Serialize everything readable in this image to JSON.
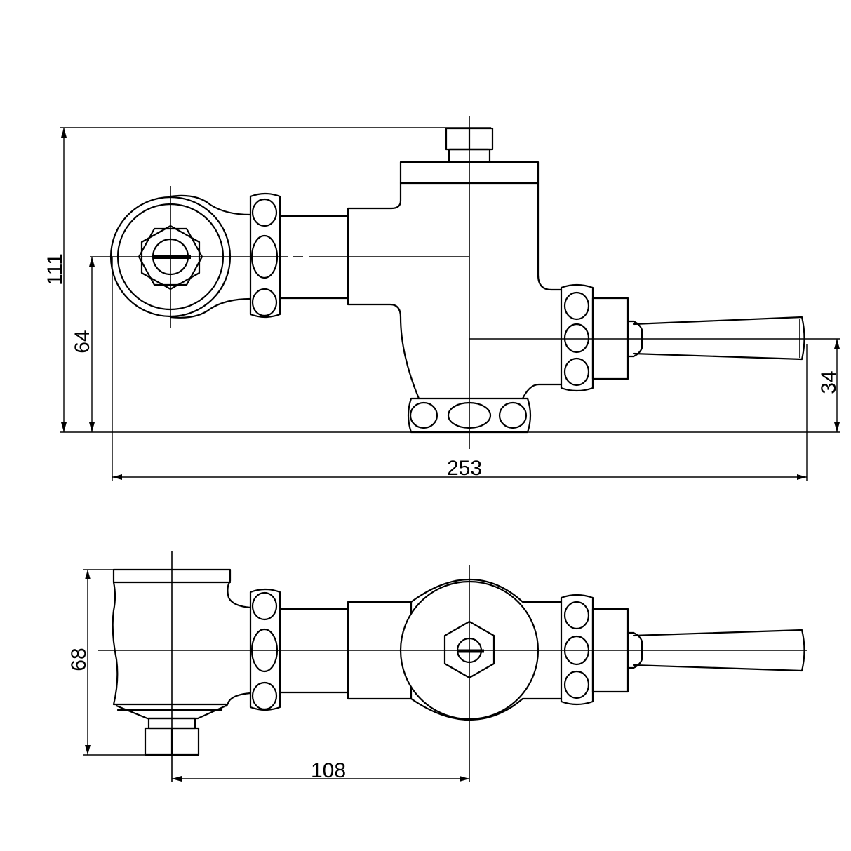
{
  "drawing": {
    "views": [
      "side-elevation",
      "top-plan"
    ],
    "dimensions": {
      "overall_height": "111",
      "inlet_height": "64",
      "lever_height": "34",
      "overall_length": "253",
      "plan_depth": "68",
      "inlet_to_outlet": "108"
    }
  }
}
